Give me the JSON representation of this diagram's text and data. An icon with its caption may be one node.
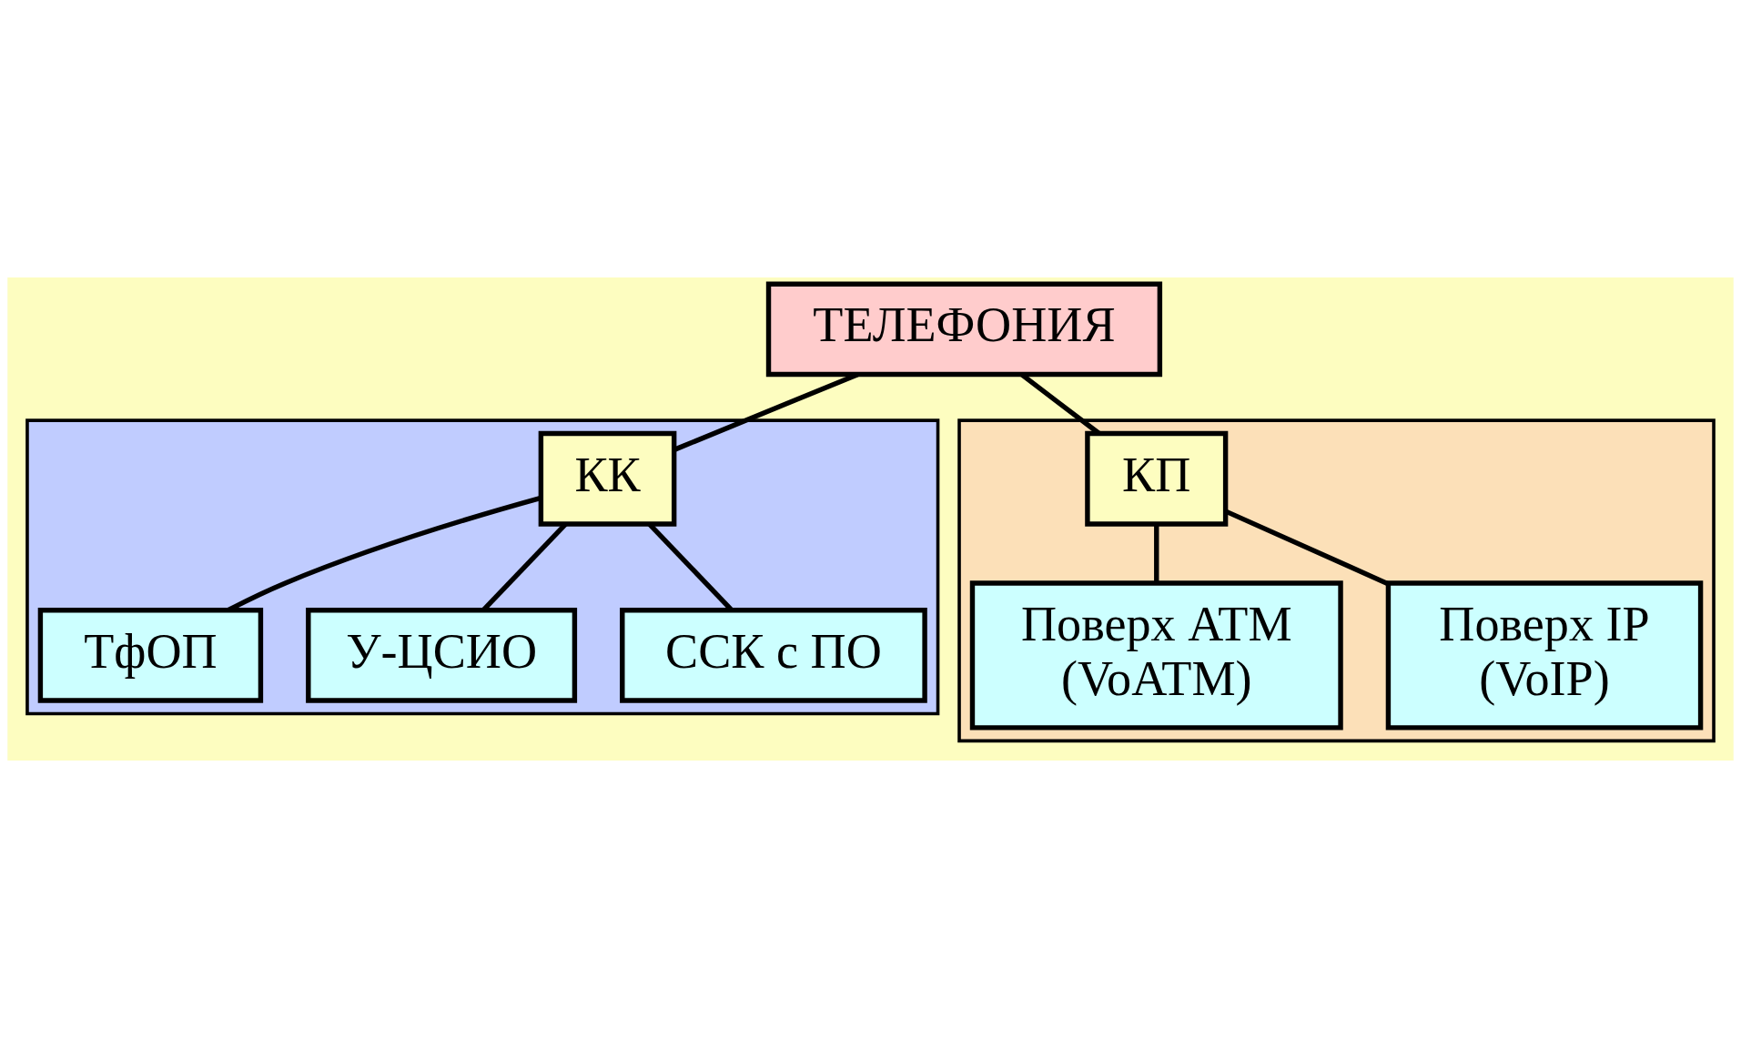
{
  "diagram": {
    "nodes": [
      {
        "text": [
          "ТЕЛЕФОНИЯ"
        ]
      },
      {
        "text": [],
        "shape": "box"
      },
      {
        "text": [
          "КК"
        ],
        "in": 1
      },
      {
        "text": [
          "ТфОП"
        ],
        "in": 1
      },
      {
        "text": [
          "У-ЦСИО"
        ],
        "in": 1
      },
      {
        "text": [
          "ССК с ПО"
        ],
        "in": 1
      },
      {
        "text": [],
        "shape": "box"
      },
      {
        "text": [
          "КП"
        ],
        "in": 6
      },
      {
        "text": [
          "Поверх ATM (VoATM)"
        ],
        "in": 6
      },
      {
        "text": [
          "Поверх IP (VoIP)"
        ],
        "in": 6
      }
    ],
    "edges": [
      {
        "from": 0,
        "to": 2,
        "arrow": "none"
      },
      {
        "from": 0,
        "to": 7,
        "arrow": "none"
      },
      {
        "from": 2,
        "to": 3,
        "arrow": "none"
      },
      {
        "from": 2,
        "to": 4,
        "arrow": "none"
      },
      {
        "from": 2,
        "to": 5,
        "arrow": "none"
      },
      {
        "from": 7,
        "to": 8,
        "arrow": "none"
      },
      {
        "from": 7,
        "to": 9,
        "arrow": "none"
      }
    ]
  }
}
